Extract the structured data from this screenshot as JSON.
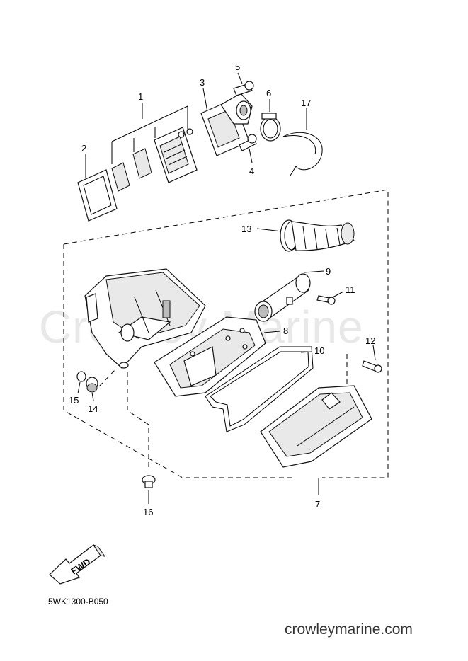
{
  "diagram": {
    "code": "5WK1300-B050",
    "direction_label": "FWD",
    "watermark": "Crowley Marine",
    "site": "crowleymarine.com"
  },
  "callouts": [
    "1",
    "2",
    "3",
    "4",
    "5",
    "6",
    "7",
    "8",
    "9",
    "10",
    "11",
    "12",
    "13",
    "14",
    "15",
    "16",
    "17"
  ]
}
